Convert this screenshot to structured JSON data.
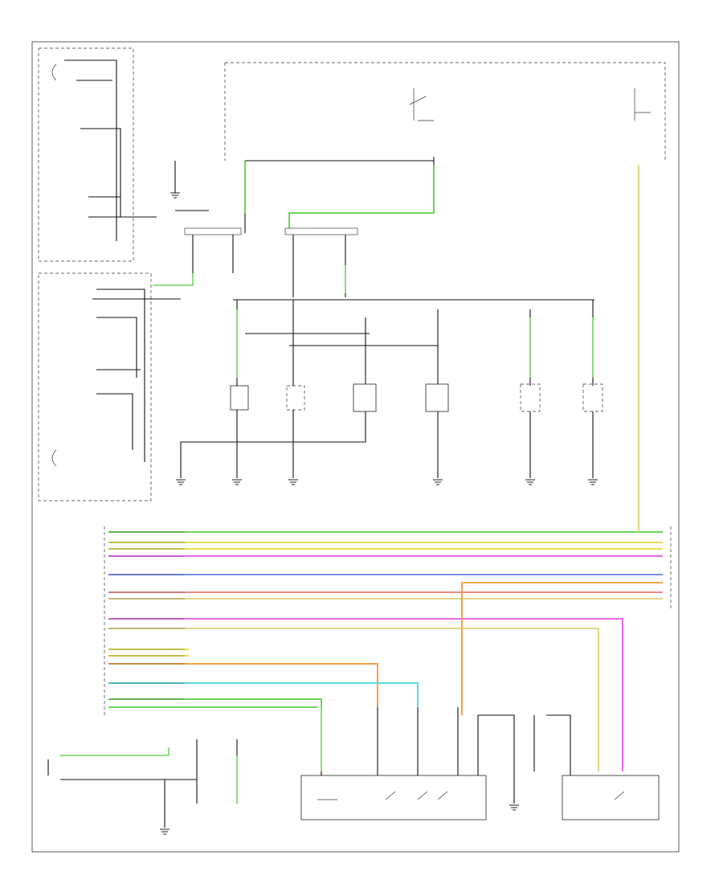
{
  "diagram": {
    "title": "",
    "footer_label": "",
    "colors": {
      "green": "#6fd35b",
      "yellow": "#e6df4d",
      "orange": "#f0a24a",
      "magenta": "#e868e8",
      "blue": "#7a8ee8",
      "salmon": "#f08a8a",
      "cyan": "#56dbe6",
      "tan": "#e2d486",
      "black": "#111111"
    },
    "components": [
      {
        "id": "right-headlamp",
        "label": ""
      },
      {
        "id": "left-headlamp",
        "label": ""
      },
      {
        "id": "front-fuse-block",
        "label": ""
      },
      {
        "id": "headlamp-relay",
        "label": ""
      },
      {
        "id": "body-control-module",
        "label": ""
      },
      {
        "id": "headlamp-switch",
        "label": ""
      },
      {
        "id": "fog-lamp-switch",
        "label": ""
      },
      {
        "id": "ambient-light-sensor",
        "label": ""
      }
    ],
    "grounds": [
      "",
      "",
      "",
      "",
      "",
      "",
      "",
      ""
    ]
  }
}
